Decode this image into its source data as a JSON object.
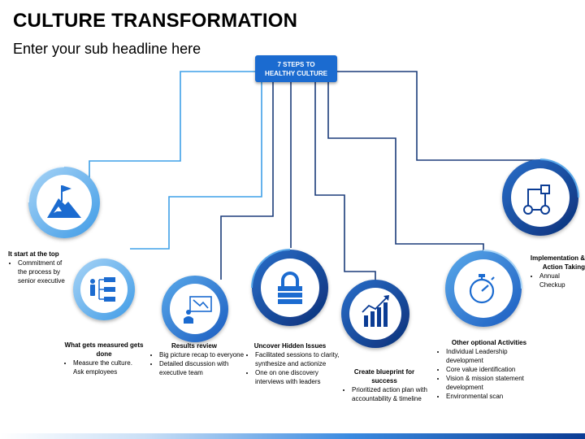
{
  "title": "CULTURE TRANSFORMATION",
  "subtitle": "Enter your sub headline here",
  "hub": {
    "line1": "7 STEPS TO",
    "line2": "HEALTHY CULTURE"
  },
  "colors": {
    "primary": "#1b6bd0",
    "dark": "#0b3c94",
    "light": "#8cc3f2",
    "wire_dark": "#1b3c7a",
    "wire_light": "#3fa0e8"
  },
  "steps": [
    {
      "icon": "mountain-flag-icon",
      "title": "It start at the top",
      "bullets": [
        "Commitment of the process by senior executive"
      ]
    },
    {
      "icon": "org-hierarchy-icon",
      "title": "What gets measured gets done",
      "bullets": [
        "Measure the culture. Ask employees"
      ]
    },
    {
      "icon": "presentation-chart-icon",
      "title": "Results review",
      "bullets": [
        "Big picture recap to everyone",
        "Detailed discussion with executive team"
      ]
    },
    {
      "icon": "lock-icon",
      "title": "Uncover Hidden Issues",
      "bullets": [
        "Facilitated  sessions to clarity, synthesize and actionize",
        "One on one discovery interviews with leaders"
      ]
    },
    {
      "icon": "growth-chart-icon",
      "title": "Create blueprint for success",
      "bullets": [
        "Prioritized  action plan with accountability & timeline"
      ]
    },
    {
      "icon": "stopwatch-icon",
      "title": "Other optional Activities",
      "bullets": [
        "Individual Leadership development",
        "Core value identification",
        "Vision & mission statement development",
        "Environmental scan"
      ]
    },
    {
      "icon": "workflow-icon",
      "title": "Implementation & Action Taking",
      "bullets": [
        "Annual Checkup"
      ]
    }
  ]
}
